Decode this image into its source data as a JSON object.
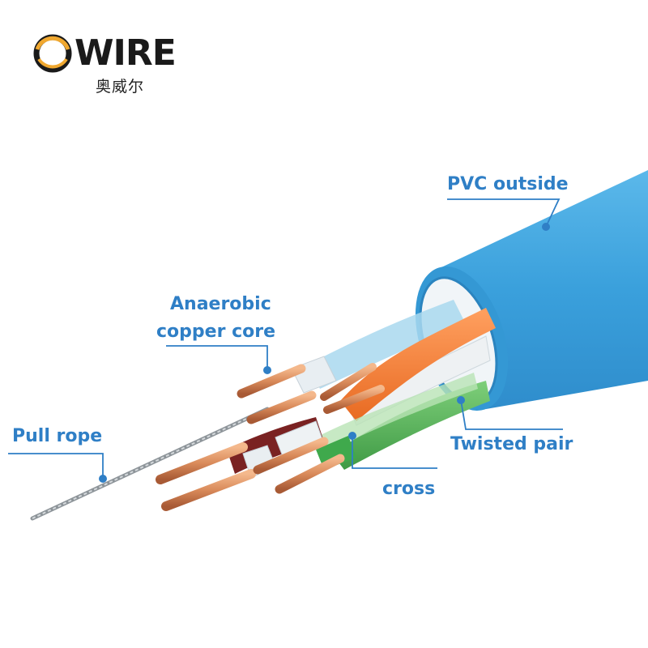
{
  "brand": {
    "name": "WIRE",
    "subtitle": "奥威尔"
  },
  "labels": {
    "pvc_outside": "PVC outside",
    "copper_core_line1": "Anaerobic",
    "copper_core_line2": "copper core",
    "pull_rope": "Pull rope",
    "twisted_pair": "Twisted pair",
    "cross": "cross"
  },
  "colors": {
    "label": "#2f7fc6",
    "jacket": "#3fa2dc",
    "copper": "#d98a5a",
    "brand_ring": "#f0a830"
  },
  "icons": [
    "brand-ring-icon"
  ]
}
